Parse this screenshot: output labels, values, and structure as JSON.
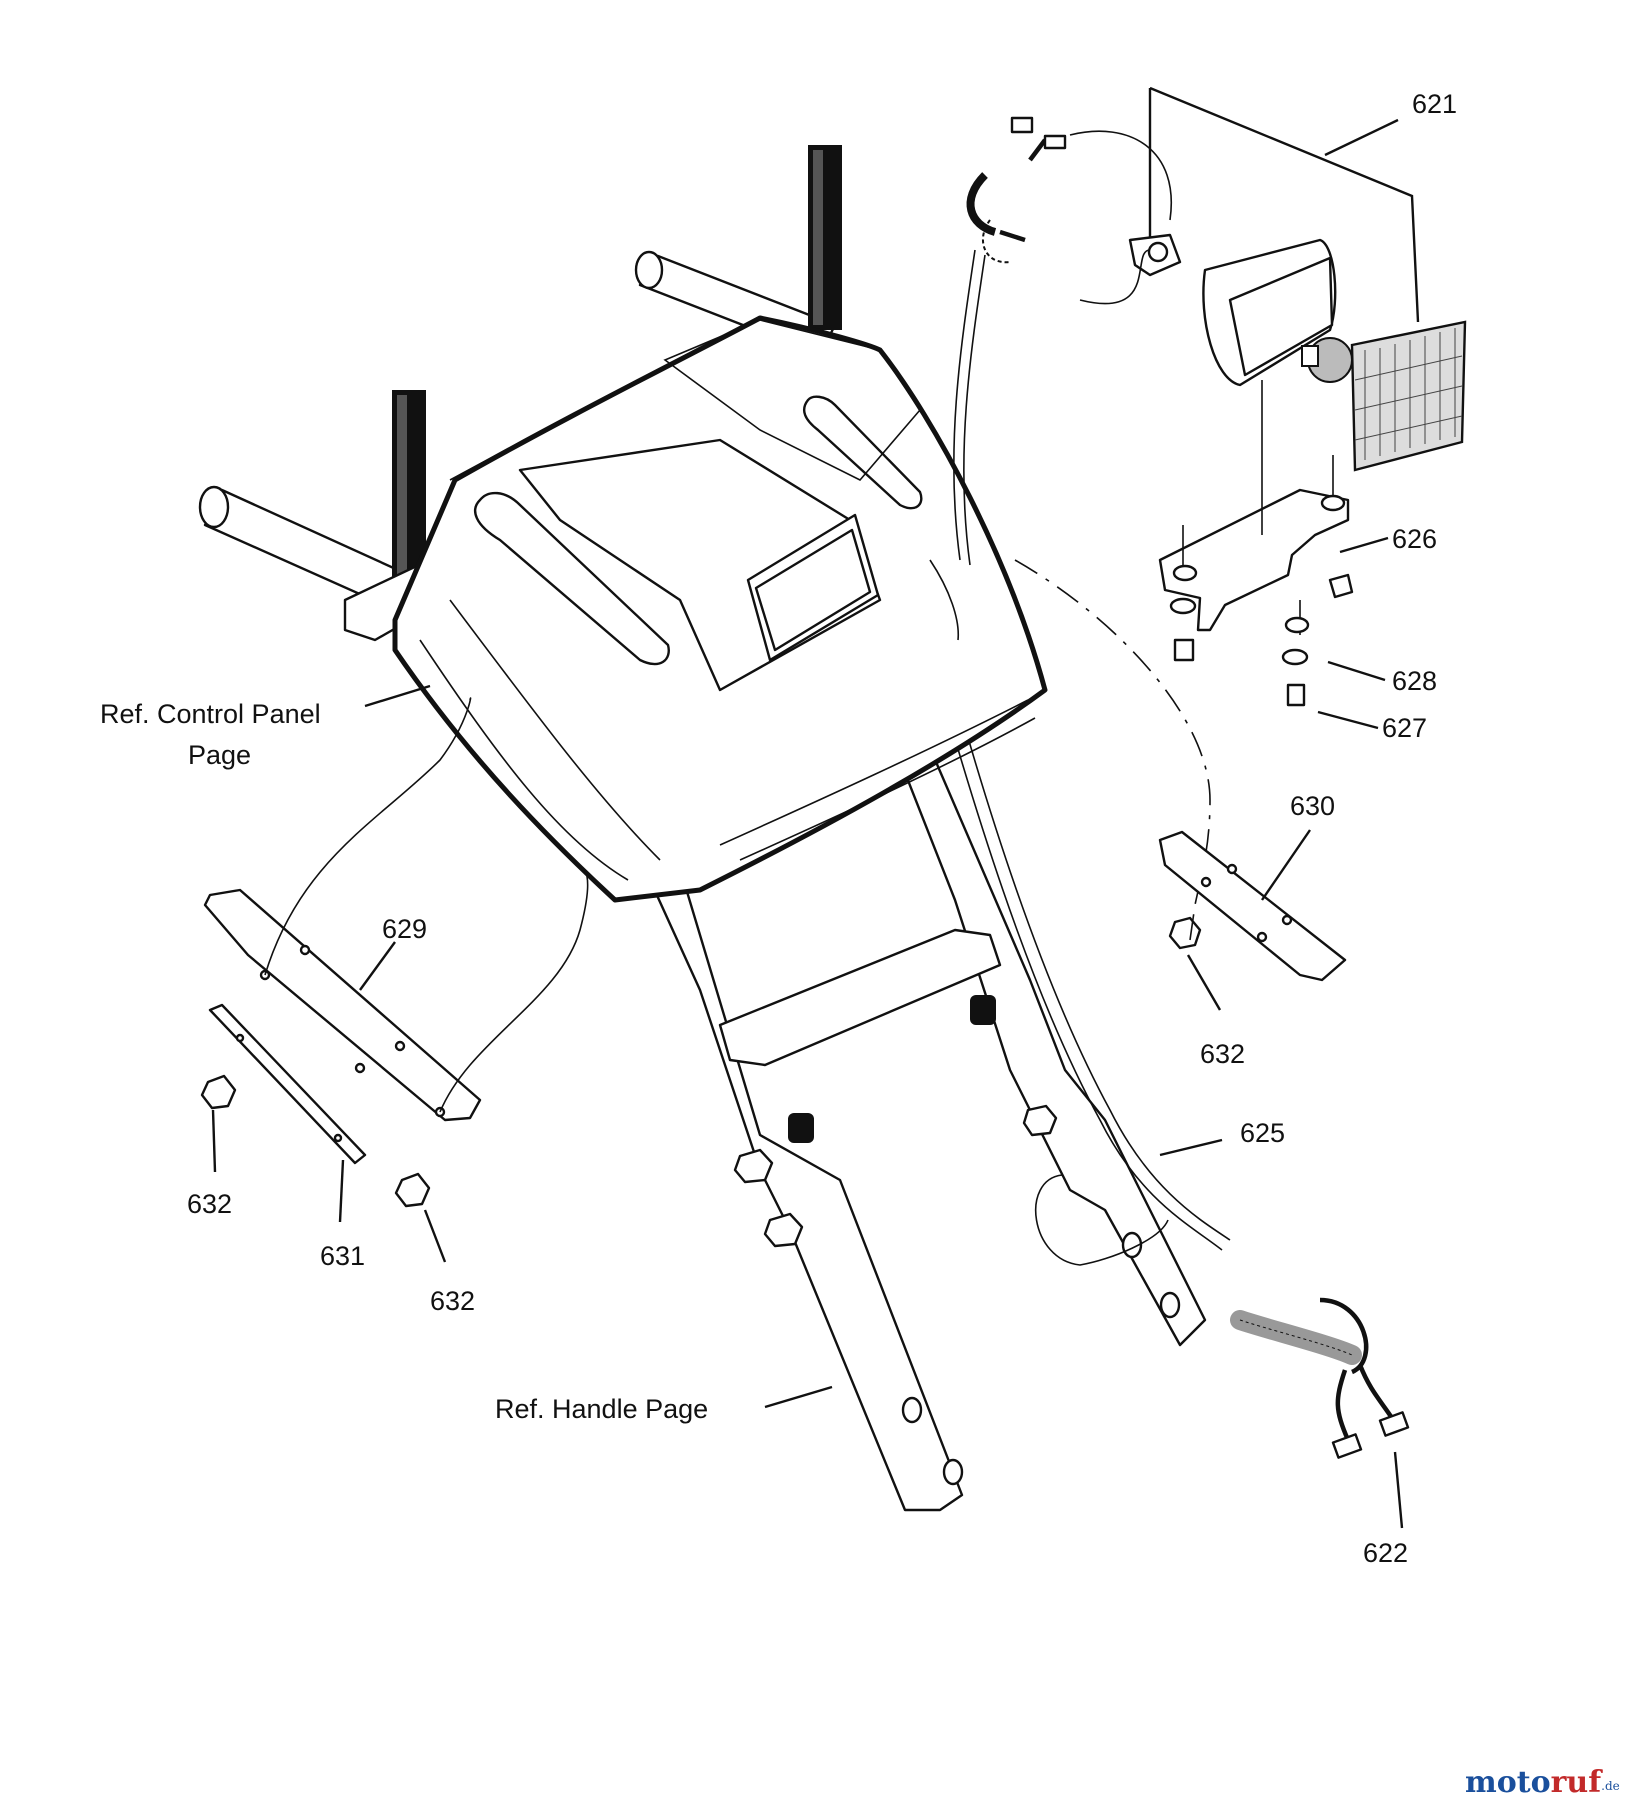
{
  "callouts": {
    "c621": "621",
    "c626": "626",
    "c628": "628",
    "c627": "627",
    "c630": "630",
    "c632_right": "632",
    "c625": "625",
    "c622": "622",
    "c629": "629",
    "c632_left": "632",
    "c631": "631",
    "c632_bottom": "632"
  },
  "references": {
    "control_panel_line1": "Ref. Control Panel",
    "control_panel_line2": "Page",
    "handle": "Ref. Handle Page"
  },
  "watermark": {
    "part1": "moto",
    "part2": "ruf",
    "suffix": ".de"
  }
}
